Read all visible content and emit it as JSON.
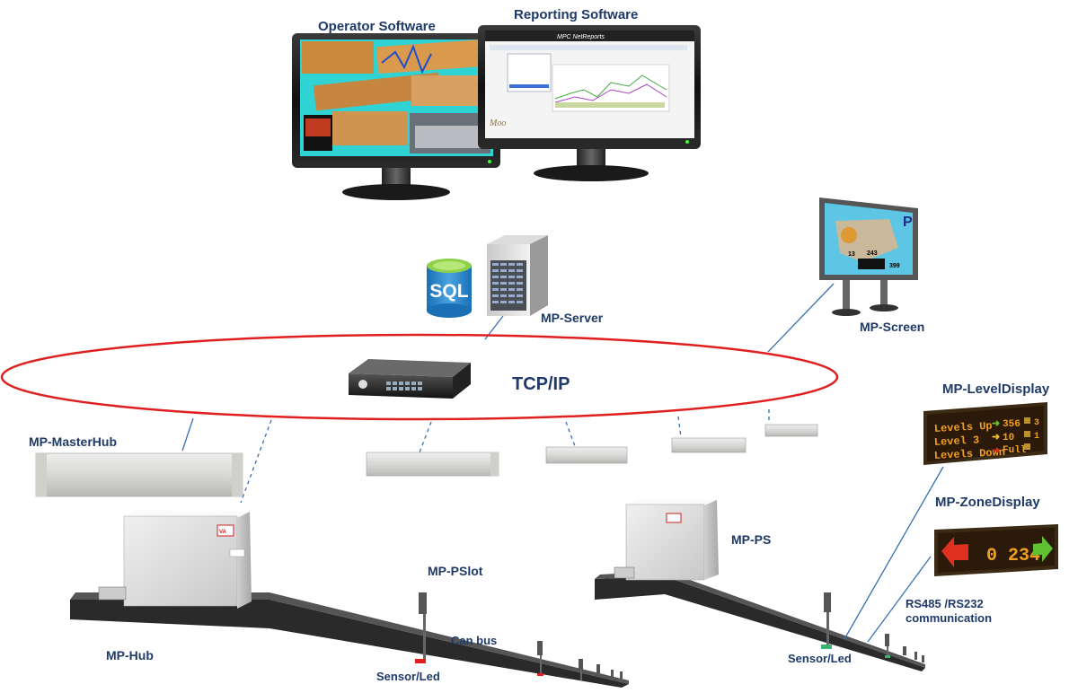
{
  "labels": {
    "operator_software": "Operator Software",
    "reporting_software": "Reporting Software",
    "mp_server": "MP-Server",
    "sql": "SQL",
    "mp_screen": "MP-Screen",
    "tcp_ip": "TCP/IP",
    "mp_masterhub": "MP-MasterHub",
    "mp_leveldisplay": "MP-LevelDisplay",
    "mp_zonedisplay": "MP-ZoneDisplay",
    "mp_ps": "MP-PS",
    "mp_pslot": "MP-PSlot",
    "rs485_line1": "RS485 /RS232",
    "rs485_line2": "communication",
    "can_bus": "Can bus",
    "mp_hub": "MP-Hub",
    "sensor_led_left": "Sensor/Led",
    "sensor_led_right": "Sensor/Led"
  },
  "monitor_reporting": {
    "title": "MPC NetReports"
  },
  "level_display": {
    "row1_label": "Levels Up",
    "row1_value": "356",
    "row1_side": "3",
    "row2_label": "Level 3",
    "row2_value": "10",
    "row2_side": "1",
    "row3_label": "Levels Down",
    "row3_value": "Full"
  },
  "zone_display": {
    "value": "0 234"
  },
  "screen_sign": {
    "letter": "P",
    "n1": "13",
    "n2": "243",
    "n3": "399"
  },
  "colors": {
    "label_navy": "#1f3a68",
    "tcp_ring": "#e02020",
    "cable": "#2a2a2a",
    "display_bg": "#2b1a0a",
    "display_amber": "#f0a020",
    "display_green": "#60c030",
    "display_red": "#e03020"
  }
}
